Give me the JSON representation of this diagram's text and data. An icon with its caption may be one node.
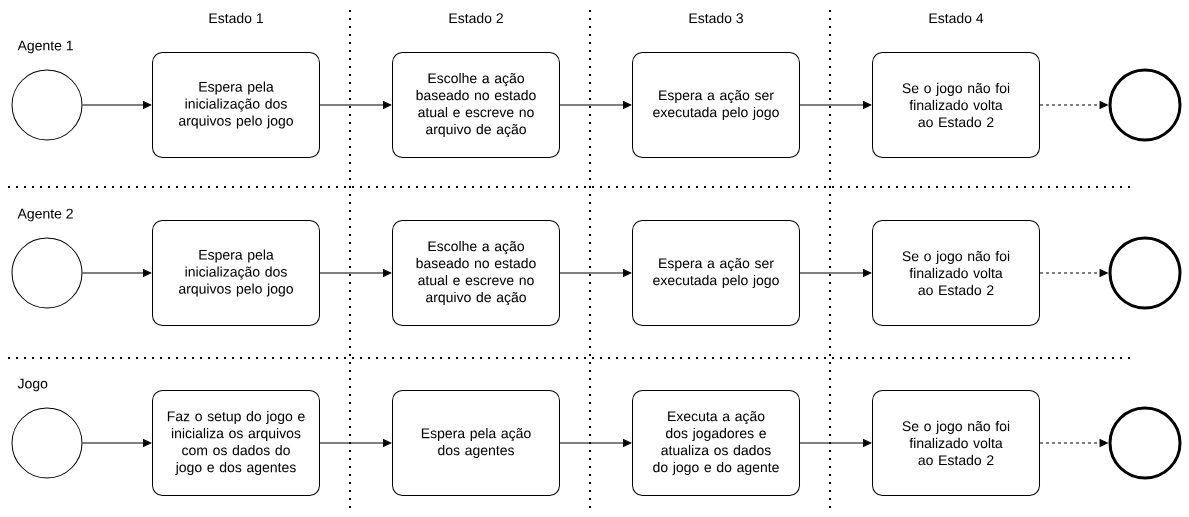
{
  "diagram": {
    "nodes": [
      {
        "text": [],
        "shape": "circle"
      },
      {
        "text": [
          "Espera pela inicialização dos arquivos pelo jogo"
        ]
      },
      {
        "text": [
          "Escolhe a ação baseado no estado atual e escreve no arquivo de ação"
        ]
      },
      {
        "text": [
          "Espera a ação ser executada pelo jogo"
        ]
      },
      {
        "text": [
          "Se o jogo não foi finalizado volta ao Estado 2"
        ]
      },
      {
        "text": [],
        "shape": "circle"
      },
      {
        "text": [],
        "shape": "circle"
      },
      {
        "text": [
          "Espera pela inicialização dos arquivos pelo jogo"
        ]
      },
      {
        "text": [
          "Escolhe a ação baseado no estado atual e escreve no arquivo de ação"
        ]
      },
      {
        "text": [
          "Espera a ação ser executada pelo jogo"
        ]
      },
      {
        "text": [
          "Se o jogo não foi finalizado volta ao Estado 2"
        ]
      },
      {
        "text": [],
        "shape": "circle"
      },
      {
        "text": [],
        "shape": "circle"
      },
      {
        "text": [
          "Faz o setup do jogo e inicializa os arquivos com os dados do jogo e dos agentes"
        ]
      },
      {
        "text": [
          "Espera pela ação dos agentes"
        ]
      },
      {
        "text": [
          "Executa a ação dos jogadores e atualiza os dados do jogo e do agente"
        ]
      },
      {
        "text": [
          "Se o jogo não foi finalizado volta ao Estado 2"
        ]
      },
      {
        "text": [],
        "shape": "circle"
      }
    ],
    "edges": [
      {
        "from": 0,
        "to": 1,
        "arrow": "to"
      },
      {
        "from": 1,
        "to": 2,
        "arrow": "to"
      },
      {
        "from": 2,
        "to": 3,
        "arrow": "to"
      },
      {
        "from": 3,
        "to": 4,
        "arrow": "to"
      },
      {
        "from": 4,
        "to": 5,
        "arrow": "to",
        "style": "dashed"
      },
      {
        "from": 6,
        "to": 7,
        "arrow": "to"
      },
      {
        "from": 7,
        "to": 8,
        "arrow": "to"
      },
      {
        "from": 8,
        "to": 9,
        "arrow": "to"
      },
      {
        "from": 9,
        "to": 10,
        "arrow": "to"
      },
      {
        "from": 10,
        "to": 11,
        "arrow": "to",
        "style": "dashed"
      },
      {
        "from": 12,
        "to": 13,
        "arrow": "to"
      },
      {
        "from": 13,
        "to": 14,
        "arrow": "to"
      },
      {
        "from": 14,
        "to": 15,
        "arrow": "to"
      },
      {
        "from": 15,
        "to": 16,
        "arrow": "to"
      },
      {
        "from": 16,
        "to": 17,
        "arrow": "to",
        "style": "dashed"
      }
    ],
    "labels": [
      "Estado 1",
      "Estado 2",
      "Estado 3",
      "Estado 4",
      "Agente 1",
      "Agente 2",
      "Jogo"
    ]
  }
}
